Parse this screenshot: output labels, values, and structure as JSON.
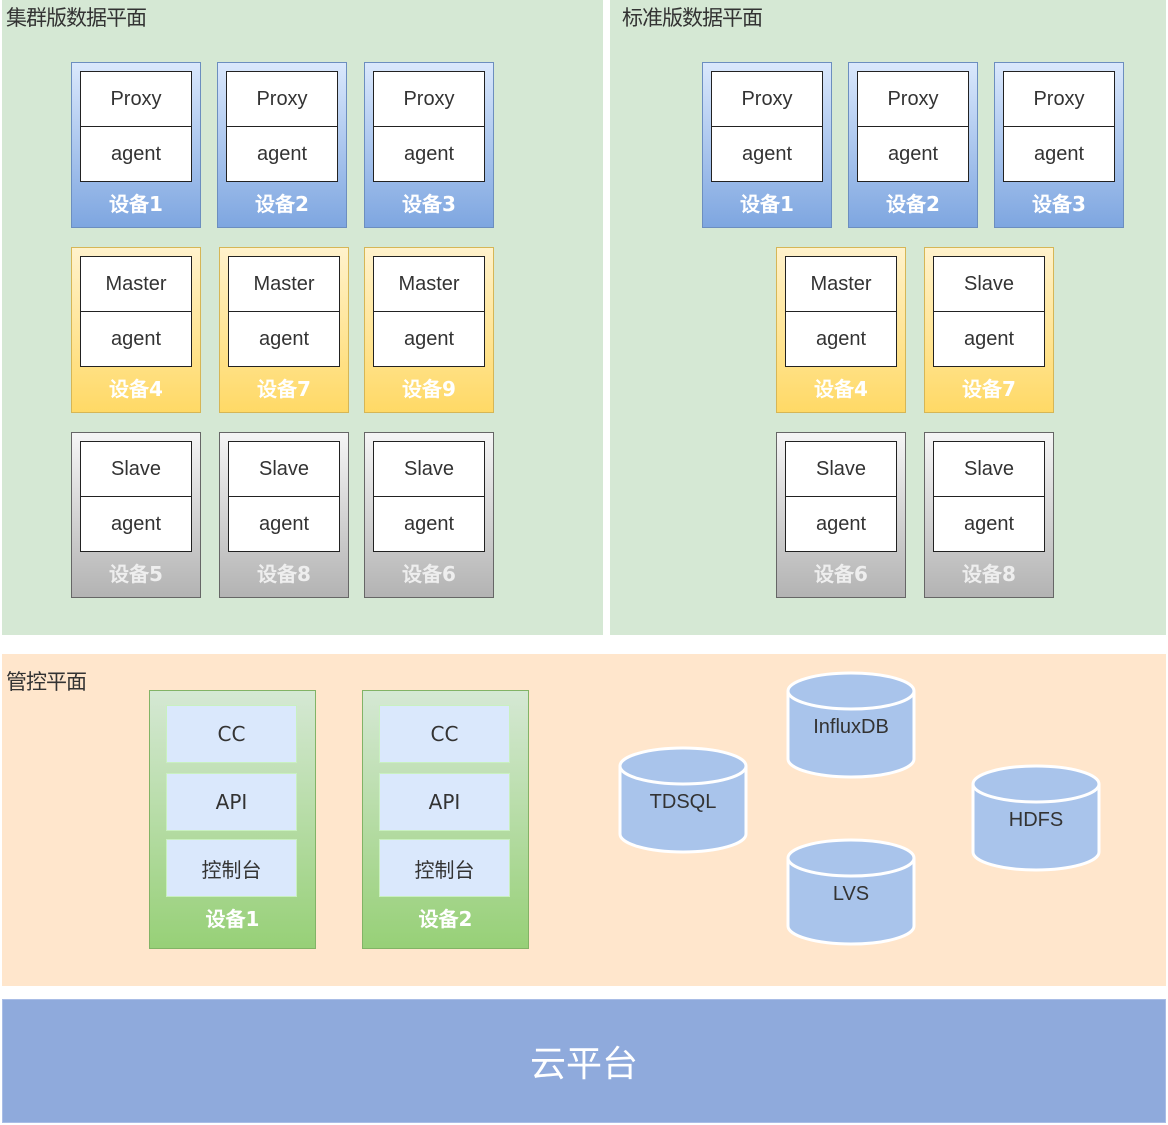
{
  "cluster_plane": {
    "title": "集群版数据平面",
    "rows": [
      {
        "color": "blue",
        "devices": [
          {
            "role": "Proxy",
            "agent": "agent",
            "label": "设备1"
          },
          {
            "role": "Proxy",
            "agent": "agent",
            "label": "设备2"
          },
          {
            "role": "Proxy",
            "agent": "agent",
            "label": "设备3"
          }
        ]
      },
      {
        "color": "yellow",
        "devices": [
          {
            "role": "Master",
            "agent": "agent",
            "label": "设备4"
          },
          {
            "role": "Master",
            "agent": "agent",
            "label": "设备7"
          },
          {
            "role": "Master",
            "agent": "agent",
            "label": "设备9"
          }
        ]
      },
      {
        "color": "gray",
        "devices": [
          {
            "role": "Slave",
            "agent": "agent",
            "label": "设备5"
          },
          {
            "role": "Slave",
            "agent": "agent",
            "label": "设备8"
          },
          {
            "role": "Slave",
            "agent": "agent",
            "label": "设备6"
          }
        ]
      }
    ]
  },
  "standard_plane": {
    "title": "标准版数据平面",
    "rows": [
      {
        "color": "blue",
        "devices": [
          {
            "role": "Proxy",
            "agent": "agent",
            "label": "设备1"
          },
          {
            "role": "Proxy",
            "agent": "agent",
            "label": "设备2"
          },
          {
            "role": "Proxy",
            "agent": "agent",
            "label": "设备3"
          }
        ]
      },
      {
        "color": "yellow",
        "devices": [
          {
            "role": "Master",
            "agent": "agent",
            "label": "设备4"
          },
          {
            "role": "Slave",
            "agent": "agent",
            "label": "设备7"
          }
        ]
      },
      {
        "color": "gray",
        "devices": [
          {
            "role": "Slave",
            "agent": "agent",
            "label": "设备6"
          },
          {
            "role": "Slave",
            "agent": "agent",
            "label": "设备8"
          }
        ]
      }
    ]
  },
  "control_plane": {
    "title": "管控平面",
    "devices": [
      {
        "components": [
          "CC",
          "API",
          "控制台"
        ],
        "label": "设备1"
      },
      {
        "components": [
          "CC",
          "API",
          "控制台"
        ],
        "label": "设备2"
      }
    ],
    "databases": [
      "InfluxDB",
      "TDSQL",
      "HDFS",
      "LVS"
    ]
  },
  "cloud_platform": {
    "label": "云平台"
  },
  "colors": {
    "data_plane_bg": "#d5e8d4",
    "control_plane_bg": "#ffe6cc",
    "cloud_bg": "#8faadc",
    "proxy_blue": "#7ea6e0",
    "master_yellow": "#ffd966",
    "slave_gray": "#b3b3b3",
    "ctl_green": "#97d077",
    "db_fill": "#a9c4eb"
  }
}
